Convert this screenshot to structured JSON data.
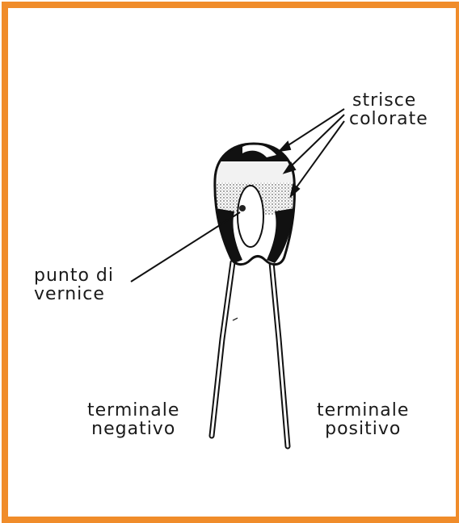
{
  "labels": {
    "strisce_line1": "strisce",
    "strisce_line2": "colorate",
    "punto_line1": "punto di",
    "punto_line2": "vernice",
    "neg_line1": "terminale",
    "neg_line2": "negativo",
    "pos_line1": "terminale",
    "pos_line2": "positivo"
  },
  "colors": {
    "frame": "#f08c2a",
    "ink": "#1a1a1a"
  }
}
